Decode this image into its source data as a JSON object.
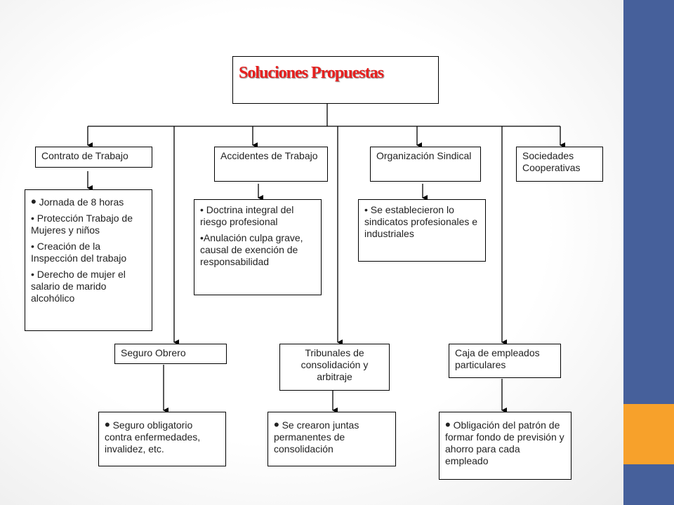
{
  "colors": {
    "accent_blue": "#46609b",
    "accent_orange": "#f7a12b",
    "title_red": "#e8201f"
  },
  "title": "Soluciones Propuestas",
  "headers": {
    "contrato": "Contrato de Trabajo",
    "accidentes": "Accidentes de Trabajo",
    "organizacion": "Organización Sindical",
    "sociedades": "Sociedades Cooperativas",
    "seguro": "Seguro Obrero",
    "tribunales": "Tribunales de consolidación y arbitraje",
    "caja": "Caja de empleados particulares"
  },
  "details": {
    "contrato": [
      "Jornada de 8 horas",
      "Protección Trabajo de Mujeres y niños",
      "Creación de la Inspección del trabajo",
      "Derecho de mujer el salario de marido alcohólico"
    ],
    "accidentes": [
      "Doctrina integral del riesgo profesional",
      "Anulación culpa grave, causal de exención de responsabilidad"
    ],
    "organizacion": [
      "Se establecieron lo sindicatos profesionales e industriales"
    ],
    "seguro": [
      "Seguro obligatorio contra enfermedades, invalidez, etc."
    ],
    "tribunales": [
      "Se crearon juntas permanentes de consolidación"
    ],
    "caja": [
      "Obligación del patrón de formar fondo de previsión y ahorro para cada empleado"
    ]
  },
  "bullet": "•"
}
